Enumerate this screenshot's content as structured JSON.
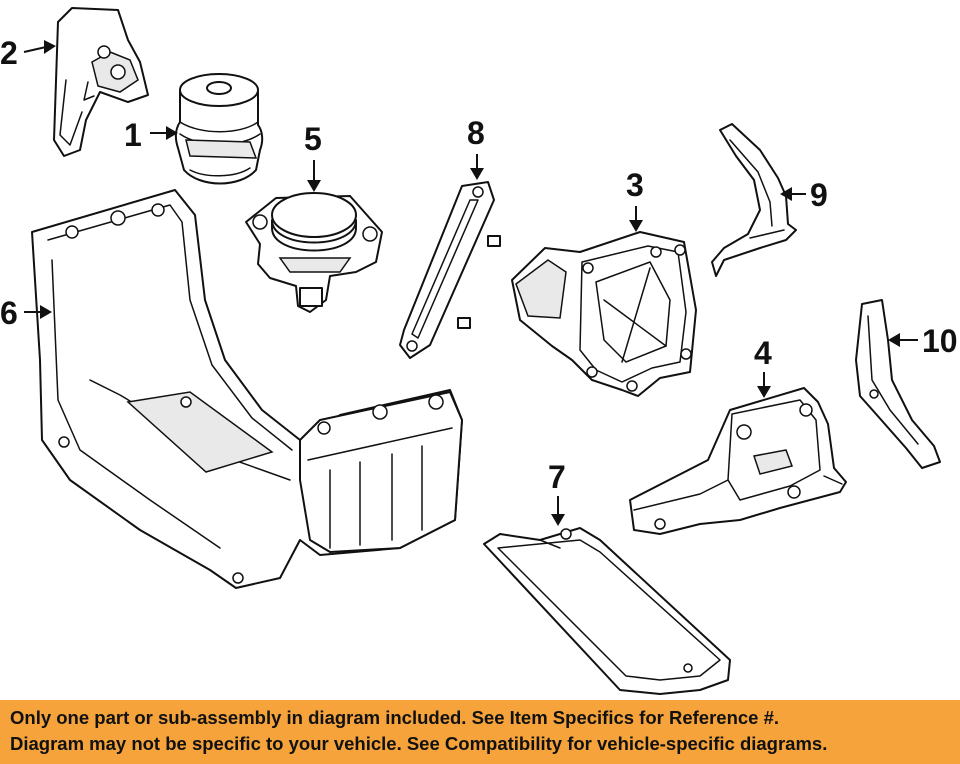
{
  "callouts": {
    "c1": "1",
    "c2": "2",
    "c3": "3",
    "c4": "4",
    "c5": "5",
    "c6": "6",
    "c7": "7",
    "c8": "8",
    "c9": "9",
    "c10": "10"
  },
  "banner": {
    "line1": "Only one part or sub-assembly in diagram included. See Item Specifics for Reference #.",
    "line2": "Diagram may not be specific to your vehicle. See Compatibility for vehicle-specific diagrams."
  },
  "colors": {
    "banner_background": "#f5a33a",
    "line_art": "#111111",
    "background": "#ffffff"
  }
}
